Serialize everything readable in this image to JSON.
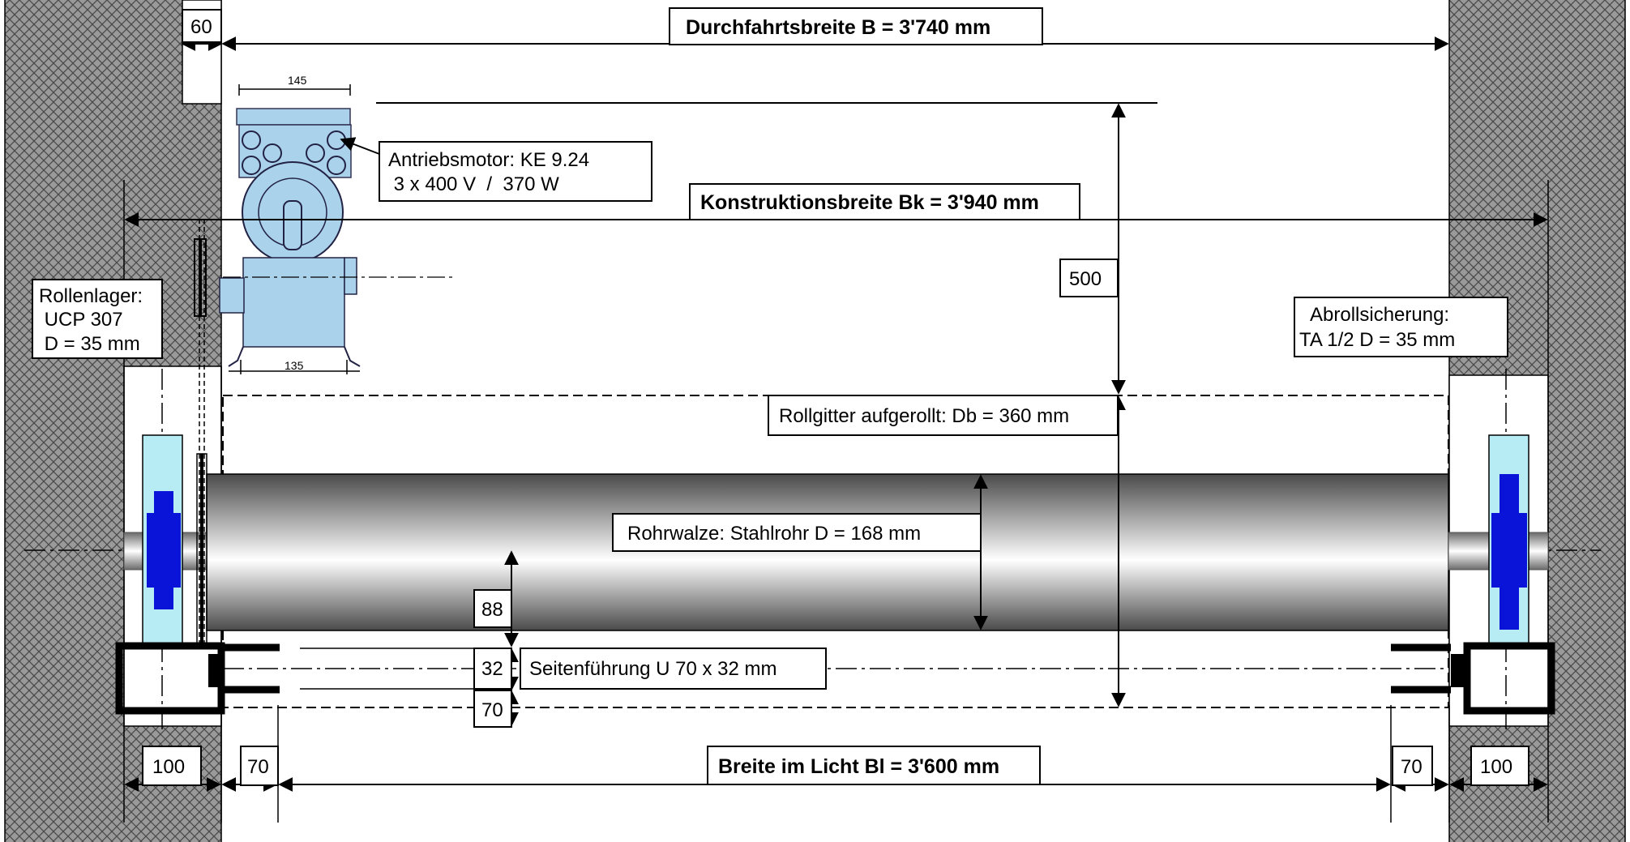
{
  "dimensions": {
    "durchfahrtsbreite": "Durchfahrtsbreite  B = 3'740 mm",
    "konstruktionsbreite": "Konstruktionsbreite  Bk = 3'940 mm",
    "breite_im_licht": "Breite im Licht  Bl = 3'600 mm",
    "wall_gap": "60",
    "motor_height": "500",
    "axis_to_guide": "88",
    "guide_depth": "32",
    "guide_width": "70",
    "left_wall": "100",
    "left_clear": "70",
    "right_clear": "70",
    "right_wall": "100"
  },
  "labels": {
    "motor_line1": "Antriebsmotor:  KE 9.24",
    "motor_line2": " 3 x 400 V  /  370 W",
    "bearing_line1": "Rollenlager:",
    "bearing_line2": " UCP 307",
    "bearing_line3": " D = 35 mm",
    "safety_line1": "Abrollsicherung:",
    "safety_line2": "TA 1/2  D = 35 mm",
    "rolled_grille": "Rollgitter aufgerollt:  Db = 360 mm",
    "tube_roller": "Rohrwalze:  Stahlrohr  D = 168 mm",
    "side_guide": "Seitenführung  U 70 x 32 mm"
  },
  "motor_drawing": {
    "dim_top": "145",
    "dim_bottom": "135"
  },
  "colors": {
    "wall_hatch": "#8c8c8c",
    "bearing_blue": "#0a14d8",
    "bearing_cyan": "#b8ecf4",
    "motor_blue": "#aad2ea",
    "tube_dark": "#505050",
    "tube_light": "#ffffff"
  }
}
